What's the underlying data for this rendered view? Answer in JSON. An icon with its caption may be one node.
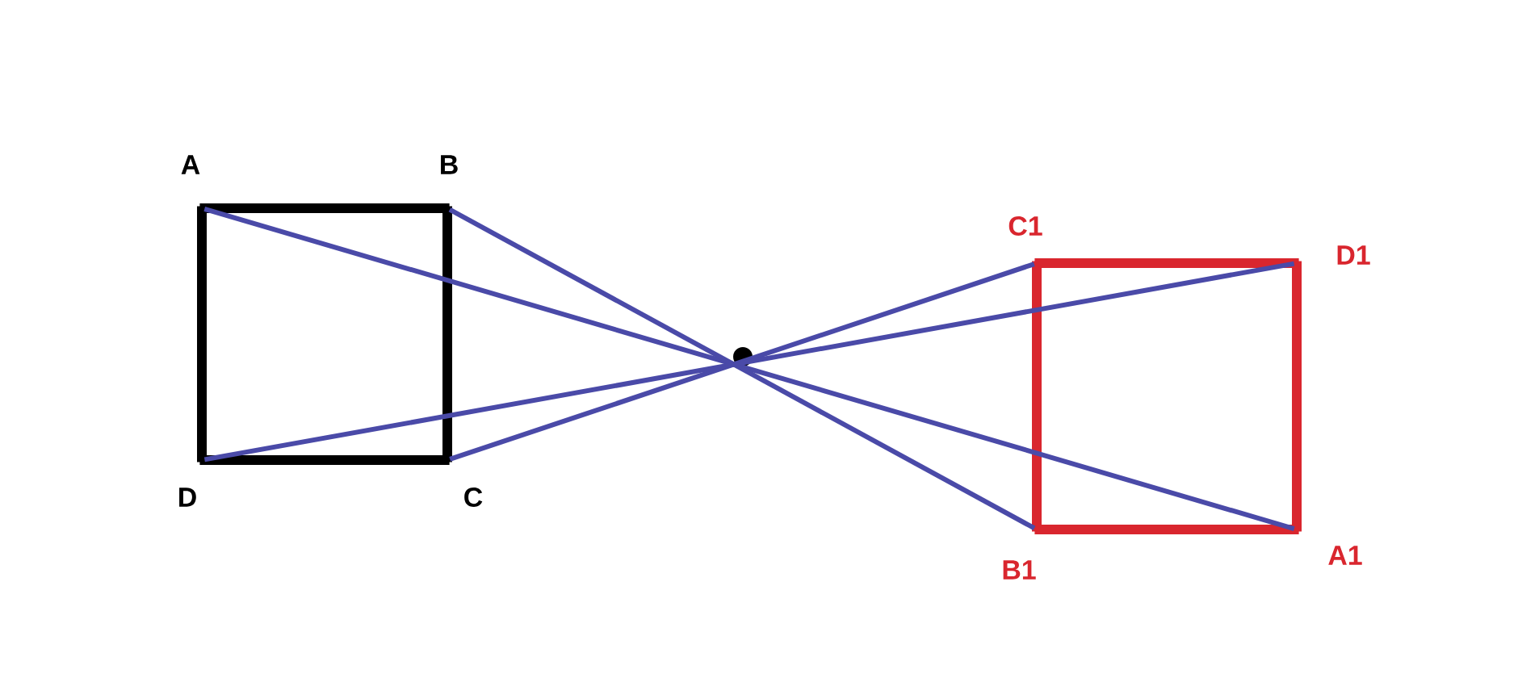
{
  "diagram": {
    "nodes": [
      {
        "text": [],
        "shape": "point",
        "beside": [
          "A"
        ]
      },
      {
        "text": [],
        "shape": "point",
        "beside": [
          "B"
        ]
      },
      {
        "text": [],
        "shape": "point",
        "beside": [
          "C"
        ]
      },
      {
        "text": [],
        "shape": "point",
        "beside": [
          "D"
        ]
      },
      {
        "text": [],
        "shape": "circle"
      },
      {
        "text": [],
        "shape": "point",
        "beside": [
          "C1"
        ]
      },
      {
        "text": [],
        "shape": "point",
        "beside": [
          "D1"
        ]
      },
      {
        "text": [],
        "shape": "point",
        "beside": [
          "B1"
        ]
      },
      {
        "text": [],
        "shape": "point",
        "beside": [
          "A1"
        ]
      }
    ],
    "edges": [
      {
        "from": 0,
        "to": 1,
        "arrow": "none"
      },
      {
        "from": 1,
        "to": 2,
        "arrow": "none"
      },
      {
        "from": 2,
        "to": 3,
        "arrow": "none"
      },
      {
        "from": 3,
        "to": 0,
        "arrow": "none"
      },
      {
        "from": 5,
        "to": 6,
        "arrow": "none",
        "color": "#d9262e"
      },
      {
        "from": 6,
        "to": 8,
        "arrow": "none",
        "color": "#d9262e"
      },
      {
        "from": 8,
        "to": 7,
        "arrow": "none",
        "color": "#d9262e"
      },
      {
        "from": 7,
        "to": 5,
        "arrow": "none",
        "color": "#d9262e"
      },
      {
        "from": 0,
        "to": 8,
        "arrow": "none",
        "color": "#4a4aa8"
      },
      {
        "from": 1,
        "to": 7,
        "arrow": "none",
        "color": "#4a4aa8"
      },
      {
        "from": 2,
        "to": 5,
        "arrow": "none",
        "color": "#4a4aa8"
      },
      {
        "from": 3,
        "to": 6,
        "arrow": "none",
        "color": "#4a4aa8"
      }
    ]
  }
}
